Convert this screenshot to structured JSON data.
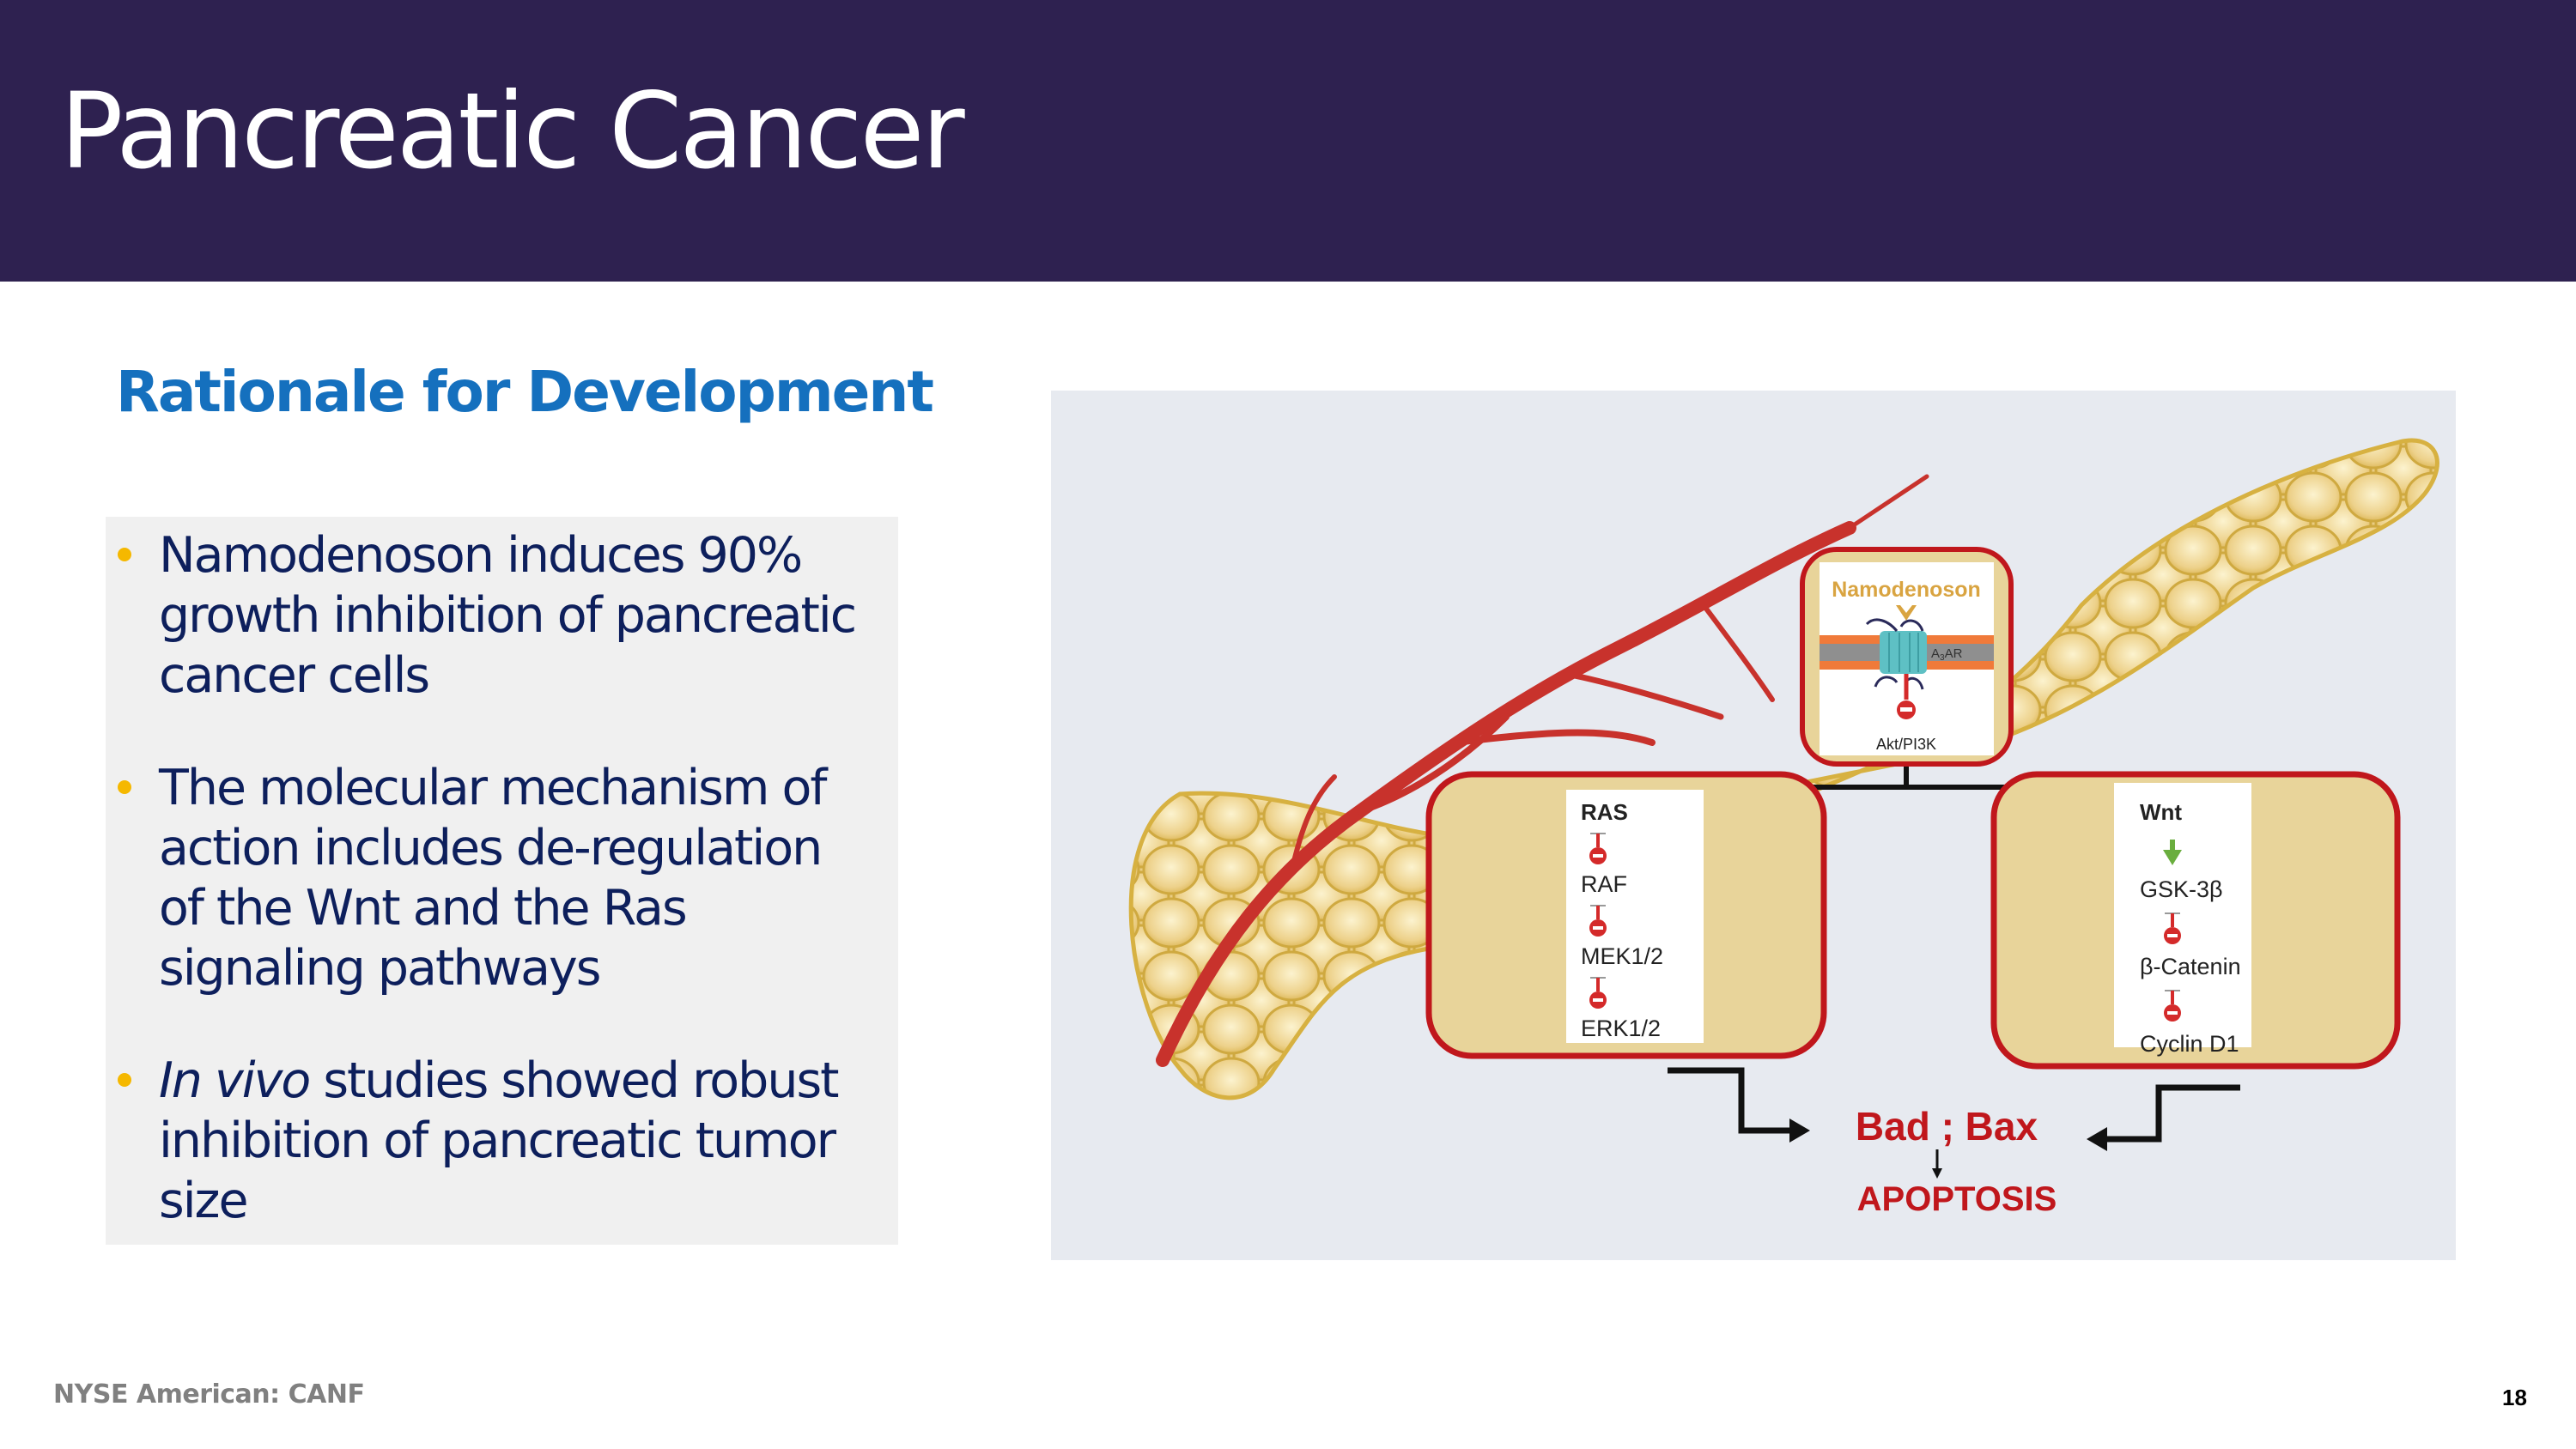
{
  "slide": {
    "title": "Pancreatic Cancer",
    "subtitle": "Rationale for Development",
    "page_number": "18",
    "footer": "NYSE American: CANF"
  },
  "bullets": [
    {
      "lines": [
        "Namodenoson induces 90%",
        "growth inhibition of pancreatic",
        "cancer cells"
      ]
    },
    {
      "lines": [
        "The molecular mechanism of",
        "action includes de-regulation",
        "of the Wnt and the Ras",
        "signaling pathways"
      ]
    },
    {
      "italic_prefix": "In vivo",
      "lines": [
        " studies showed robust",
        "inhibition of pancreatic tumor",
        "size"
      ]
    }
  ],
  "diagram": {
    "drug_label": "Namodenoson",
    "receptor_label": "A3AR",
    "receptor_main": "A",
    "receptor_sub": "3",
    "receptor_suffix": "AR",
    "akt_label": "Akt/PI3K",
    "ras_pathway": [
      "RAS",
      "RAF",
      "MEK1/2",
      "ERK1/2"
    ],
    "wnt_pathway": [
      "Wnt",
      "GSK-3β",
      "β-Catenin",
      "Cyclin D1"
    ],
    "outcome_label": "Bad ; Bax",
    "final_label": "APOPTOSIS",
    "colors": {
      "header_bg": "#2E2150",
      "subtitle": "#1570BE",
      "bullet_text": "#0D1F5C",
      "bullet_dot": "#F5B800",
      "box_border": "#C0171C",
      "box_fill": "#E8D49A",
      "drug": "#D9A441",
      "outcome": "#C0171C",
      "inhibitor": "#D42A2A",
      "activator": "#6AAE3E"
    }
  }
}
